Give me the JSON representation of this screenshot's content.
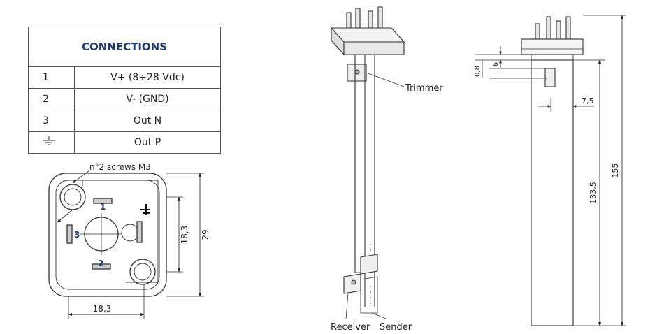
{
  "connections": {
    "title": "CONNECTIONS",
    "rows": [
      {
        "pin": "1",
        "signal": "V+ (8÷28 Vdc)"
      },
      {
        "pin": "2",
        "signal": "V- (GND)"
      },
      {
        "pin": "3",
        "signal": "Out N"
      },
      {
        "pin_icon": "ground-symbol-icon",
        "signal": "Out P"
      }
    ]
  },
  "connector_view": {
    "screws_label": "n°2 screws M3",
    "pin_labels": [
      "1",
      "2",
      "3"
    ],
    "dim_inner_height": "18,3",
    "dim_outer_height": "29",
    "dim_width": "18,3"
  },
  "probe_view": {
    "trimmer_label": "Trimmer",
    "receiver_label": "Receiver",
    "sender_label": "Sender"
  },
  "side_view": {
    "dim_top_1": "0,8",
    "dim_top_2": "6",
    "dim_offset": "7,5",
    "dim_length": "133,5",
    "dim_total": "155"
  }
}
